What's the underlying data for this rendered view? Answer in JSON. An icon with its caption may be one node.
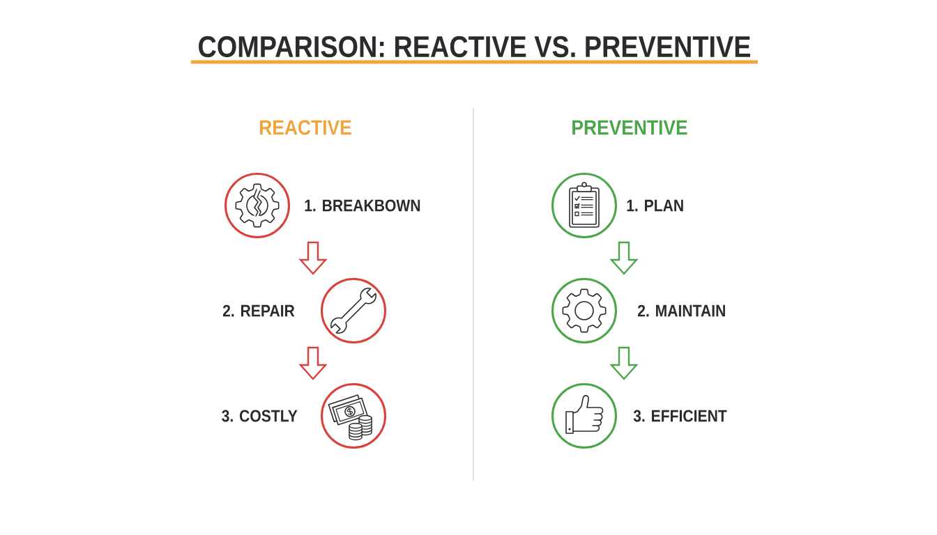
{
  "diagram": {
    "title": "COMPARISON: REACTIVE VS. PREVENTIVE",
    "nodes": [
      {
        "text": [],
        "shape": "circle",
        "beside": [
          "1. BREAKBOWN"
        ]
      },
      {
        "text": [],
        "shape": "circle",
        "beside": [
          "2. REPAIR"
        ]
      },
      {
        "text": [],
        "shape": "circle",
        "beside": [
          "3. COSTLY"
        ]
      },
      {
        "text": [],
        "shape": "circle",
        "beside": [
          "1. PLAN"
        ]
      },
      {
        "text": [],
        "shape": "circle",
        "beside": [
          "2. MAINTAIN"
        ]
      },
      {
        "text": [],
        "shape": "circle",
        "beside": [
          "3. EFFICIENT"
        ]
      }
    ],
    "edges": [
      {
        "from": 0,
        "to": 1,
        "arrow": "to",
        "color": "#d9413a"
      },
      {
        "from": 1,
        "to": 2,
        "arrow": "to",
        "color": "#d9413a"
      },
      {
        "from": 3,
        "to": 4,
        "arrow": "to",
        "color": "#4ba64a"
      },
      {
        "from": 4,
        "to": 5,
        "arrow": "to",
        "color": "#4ba64a"
      }
    ],
    "labels": [
      "REACTIVE",
      "PREVENTIVE"
    ]
  }
}
